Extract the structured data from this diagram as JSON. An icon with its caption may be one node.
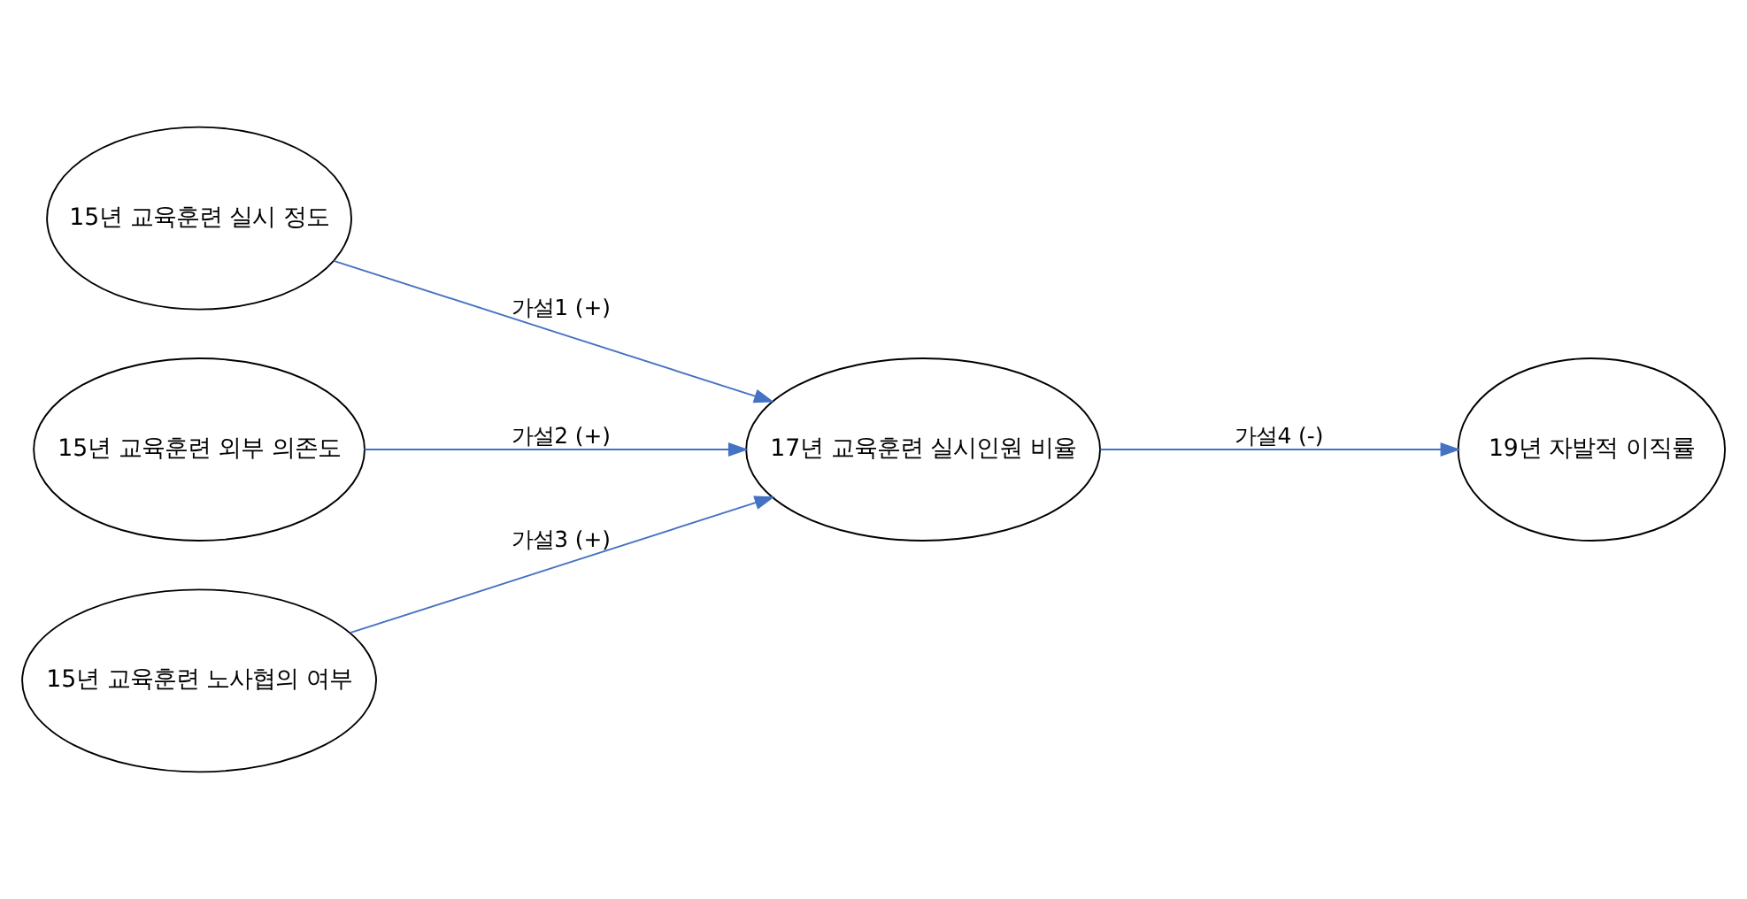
{
  "diagram": {
    "nodes": [
      {
        "text": [
          "15년 교육훈련 실시 정도"
        ]
      },
      {
        "text": [
          "15년 교육훈련 외부 의존도"
        ]
      },
      {
        "text": [
          "15년 교육훈련 노사협의 여부"
        ]
      },
      {
        "text": [
          "17년 교육훈련 실시인원 비율"
        ]
      },
      {
        "text": [
          "19년 자발적 이직률"
        ]
      }
    ],
    "edges": [
      {
        "from": 0,
        "to": 3,
        "arrow": "to",
        "label": "가설1 (+)"
      },
      {
        "from": 1,
        "to": 3,
        "arrow": "to",
        "label": "가설2 (+)"
      },
      {
        "from": 2,
        "to": 3,
        "arrow": "to",
        "label": "가설3 (+)"
      },
      {
        "from": 3,
        "to": 4,
        "arrow": "to",
        "label": "가설4 (-)"
      }
    ]
  }
}
